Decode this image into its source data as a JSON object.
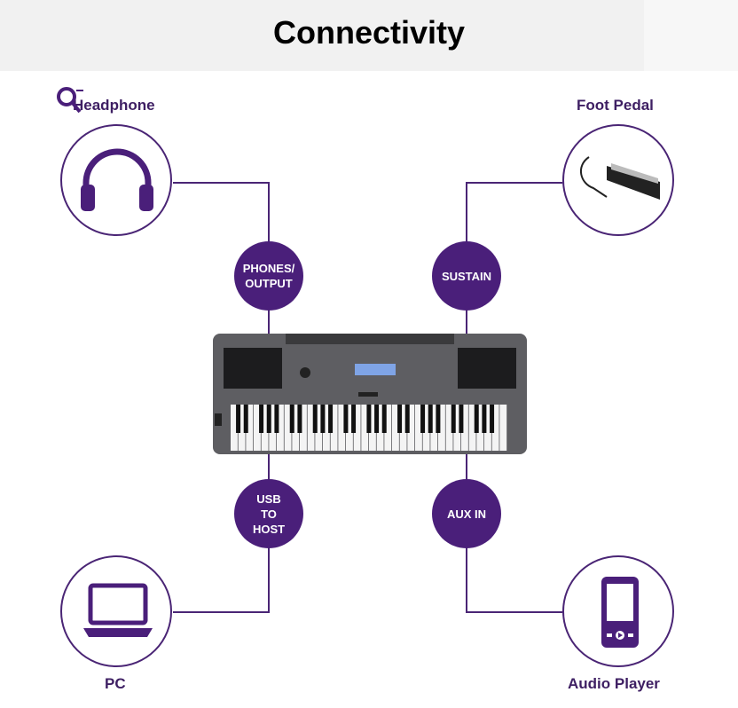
{
  "title": "Connectivity",
  "devices": {
    "headphone": "Headphone",
    "foot_pedal": "Foot Pedal",
    "pc": "PC",
    "audio_player": "Audio Player"
  },
  "ports": {
    "phones": "PHONES/\nOUTPUT",
    "sustain": "SUSTAIN",
    "usb": "USB\nTO\nHOST",
    "aux": "AUX IN"
  },
  "colors": {
    "purple": "#4a1f7a"
  }
}
